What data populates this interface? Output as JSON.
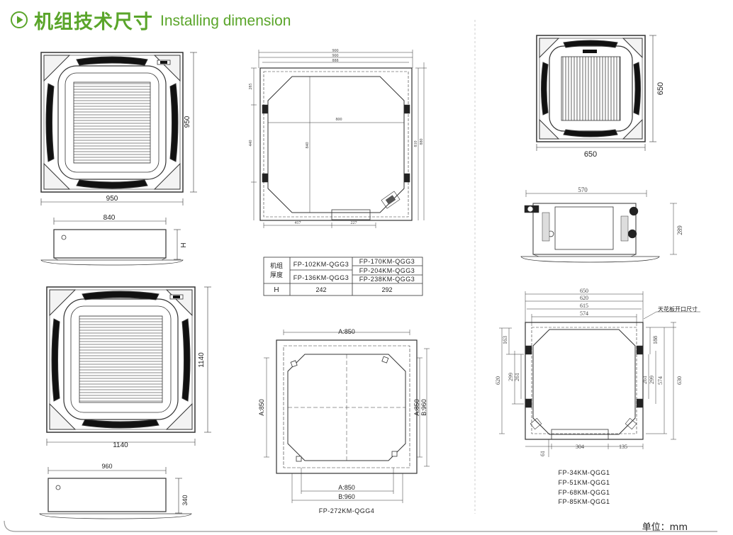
{
  "header": {
    "title_cn": "机组技术尺寸",
    "title_en": "Installing dimension"
  },
  "left": {
    "unit950": {
      "width": "950",
      "height": "950"
    },
    "side840": {
      "width": "840",
      "height": "H"
    },
    "unit1140": {
      "width": "1140",
      "height": "1140"
    },
    "side960": {
      "width": "960",
      "height": "340"
    }
  },
  "middle_top": {
    "dims_top": [
      "900",
      "900",
      "888"
    ],
    "dim_inner": "800",
    "dim_vert": "840",
    "dim_left_a": "285",
    "dim_left_b": "440",
    "dim_right_a": "810",
    "dim_right_b": "880",
    "dim_bottom_a": "417",
    "dim_bottom_b": "227"
  },
  "thickness_table": {
    "row_header": "机组\n厚度",
    "row_header_line1": "机组",
    "row_header_line2": "厚度",
    "col1_models": [
      "FP-102KM-QGG3",
      "FP-136KM-QGG3"
    ],
    "col2_models": [
      "FP-170KM-QGG3",
      "FP-204KM-QGG3",
      "FP-238KM-QGG3"
    ],
    "h_label": "H",
    "h_col1": "242",
    "h_col2": "292"
  },
  "middle_bottom": {
    "dim_a_top": "A:850",
    "dim_a_left": "A:850",
    "dim_a_right": "A:850",
    "dim_b_right": "B:960",
    "dim_a_bottom": "A:850",
    "dim_b_bottom": "B:960",
    "model": "FP-272KM-QGG4"
  },
  "right": {
    "unit650": {
      "width": "650",
      "height": "650"
    },
    "side570": {
      "width": "570",
      "height": "289"
    },
    "plan": {
      "top_dims": [
        "650",
        "620",
        "615",
        "574"
      ],
      "ceiling_label": "天花板开口尺寸",
      "left_dims": [
        "163",
        "620",
        "299",
        "261"
      ],
      "right_dims": [
        "188",
        "261",
        "299",
        "574",
        "630"
      ],
      "bottom_dims": [
        "61",
        "304",
        "135"
      ]
    },
    "models": [
      "FP-34KM-QGG1",
      "FP-51KM-QGG1",
      "FP-68KM-QGG1",
      "FP-85KM-QGG1"
    ]
  },
  "footer": {
    "unit": "单位：mm"
  },
  "colors": {
    "accent": "#5aa52a",
    "line": "#333333"
  }
}
